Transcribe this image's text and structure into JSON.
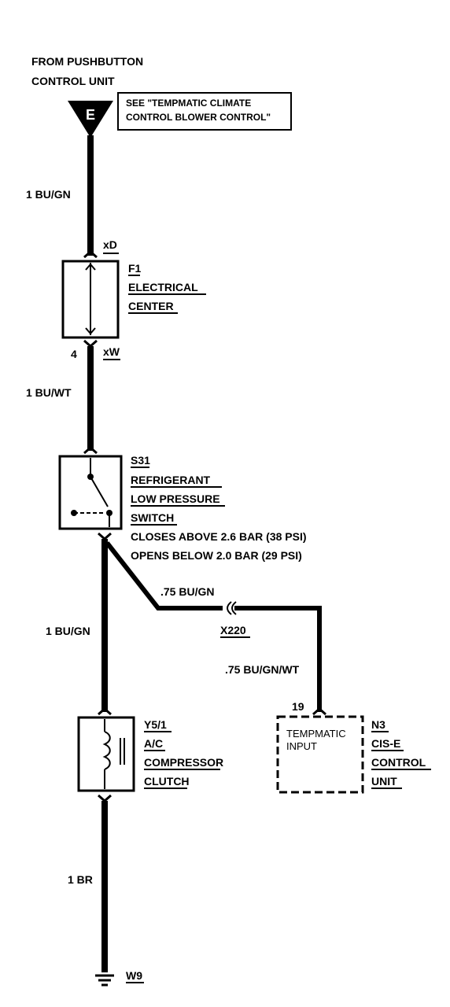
{
  "source": {
    "line1": "FROM PUSHBUTTON",
    "line2": "CONTROL UNIT",
    "connector_letter": "E",
    "see_note_line1": "SEE \"TEMPMATIC CLIMATE",
    "see_note_line2": "CONTROL BLOWER CONTROL\""
  },
  "wires": {
    "w1": "1 BU/GN",
    "w2": "1 BU/WT",
    "w3": "1 BU/GN",
    "w4": ".75 BU/GN",
    "w5": ".75 BU/GN/WT",
    "w6": "1 BR"
  },
  "f1": {
    "pin_top": "xD",
    "pin_bottom": "xW",
    "pin_number": "4",
    "id": "F1",
    "name1": "ELECTRICAL",
    "name2": "CENTER"
  },
  "s31": {
    "id": "S31",
    "name1": "REFRIGERANT",
    "name2": "LOW PRESSURE",
    "name3": "SWITCH",
    "note1": "CLOSES ABOVE 2.6 BAR (38 PSI)",
    "note2": "OPENS BELOW 2.0 BAR (29 PSI)"
  },
  "connector_x220": "X220",
  "y5": {
    "id": "Y5/1",
    "name1": "A/C",
    "name2": "COMPRESSOR",
    "name3": "CLUTCH"
  },
  "n3": {
    "pin": "19",
    "input1": "TEMPMATIC",
    "input2": "INPUT",
    "id": "N3",
    "name1": "CIS-E",
    "name2": "CONTROL",
    "name3": "UNIT"
  },
  "ground": "W9"
}
